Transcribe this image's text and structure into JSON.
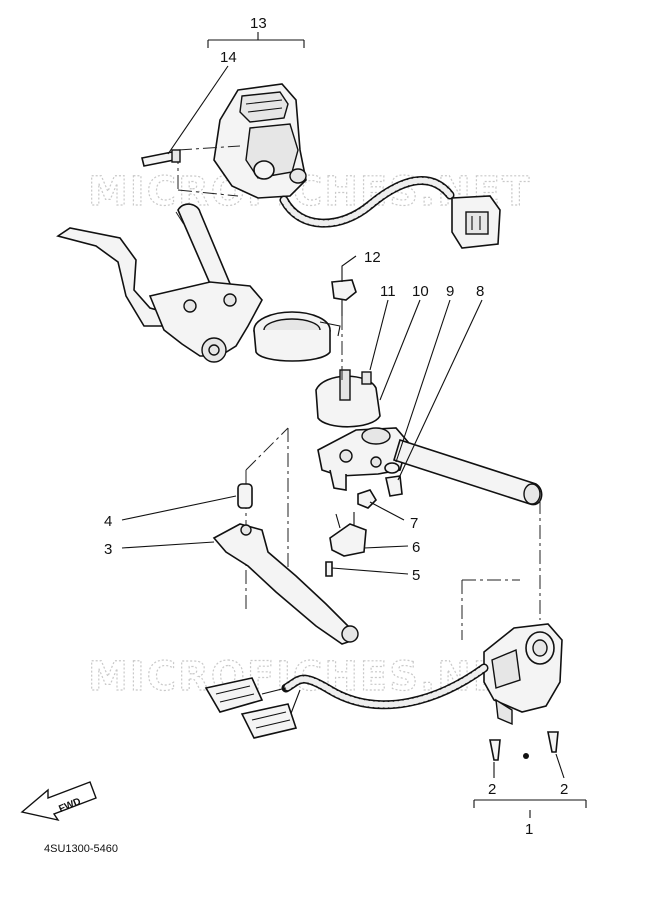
{
  "watermark": "MICROFICHES.NET",
  "diagram_code": "4SU1300-5460",
  "forward_indicator": "FWD",
  "callouts": [
    {
      "id": "c13",
      "label": "13"
    },
    {
      "id": "c14",
      "label": "14"
    },
    {
      "id": "c12",
      "label": "12"
    },
    {
      "id": "c11",
      "label": "11"
    },
    {
      "id": "c10",
      "label": "10"
    },
    {
      "id": "c9",
      "label": "9"
    },
    {
      "id": "c8",
      "label": "8"
    },
    {
      "id": "c7",
      "label": "7"
    },
    {
      "id": "c6",
      "label": "6"
    },
    {
      "id": "c5",
      "label": "5"
    },
    {
      "id": "c4",
      "label": "4"
    },
    {
      "id": "c3",
      "label": "3"
    },
    {
      "id": "c2a",
      "label": "2"
    },
    {
      "id": "c2b",
      "label": "2"
    },
    {
      "id": "c1",
      "label": "1"
    }
  ]
}
